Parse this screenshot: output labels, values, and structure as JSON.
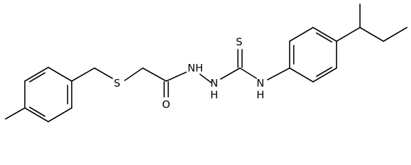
{
  "molecule": {
    "atoms": {
      "S_thioether": "S",
      "O_carbonyl": "O",
      "NH_amide": "NH",
      "N_hydrazide": "N",
      "H_hydrazide": "H",
      "S_thione": "S",
      "N_aryl": "N",
      "H_aryl": "H"
    }
  }
}
